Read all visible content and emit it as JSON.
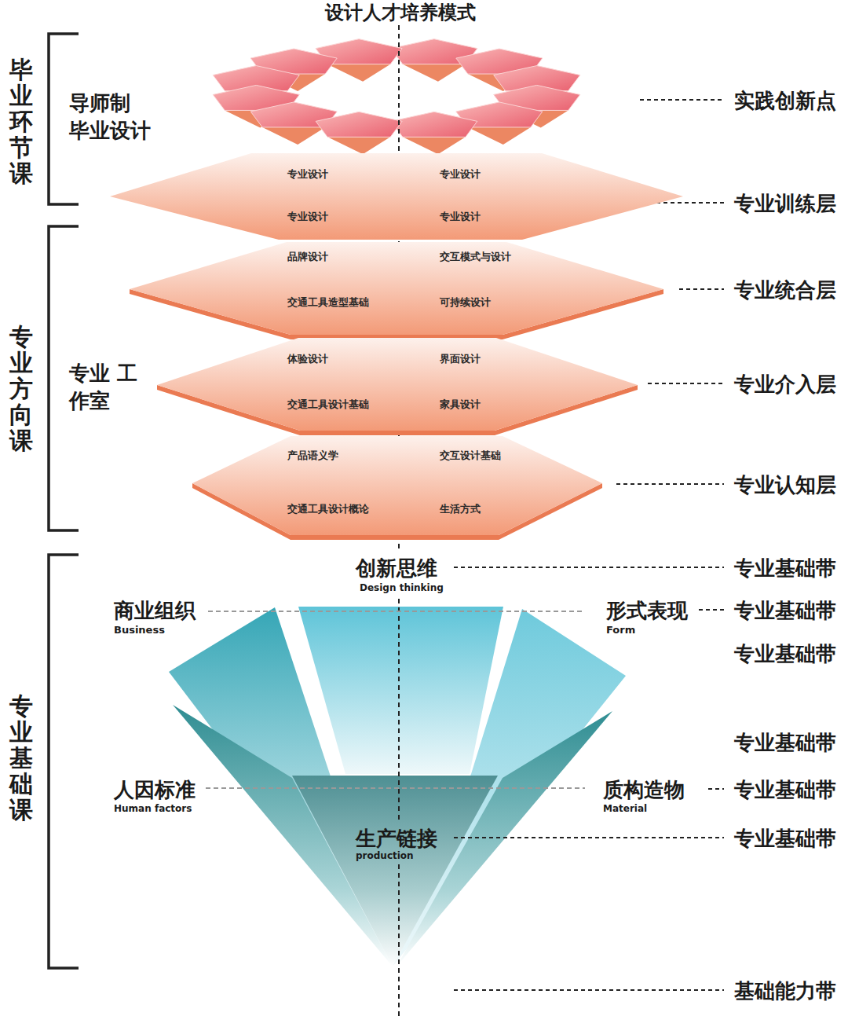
{
  "diagram": {
    "title": "设计人才培养模式",
    "nodes": [
      {
        "text": [
          "专业设计",
          "专业设计",
          "专业设计",
          "专业设计"
        ]
      },
      {
        "text": [
          "品牌设计",
          "交互模式与设计",
          "交通工具造型基础",
          "可持续设计"
        ]
      },
      {
        "text": [
          "体验设计",
          "界面设计",
          "交通工具设计基础",
          "家具设计"
        ]
      },
      {
        "text": [
          "产品语义学",
          "交互设计基础",
          "交通工具设计概论",
          "生活方式"
        ]
      }
    ],
    "labels": [
      "毕业环节课",
      "专业方向课",
      "专业基础课",
      "导师制 毕业设计",
      "专业 工作室",
      "实践创新点",
      "专业训练层",
      "专业统合层",
      "专业介入层",
      "专业认知层",
      "创新思维",
      "Design thinking",
      "专业基础带",
      "商业组织",
      "Business",
      "形式表现",
      "Form",
      "专业基础带",
      "专业基础带",
      "专业基础带",
      "人因标准",
      "Human factors",
      "质构造物",
      "Material",
      "专业基础带",
      "生产链接",
      "production",
      "专业基础带",
      "基础能力带"
    ]
  }
}
